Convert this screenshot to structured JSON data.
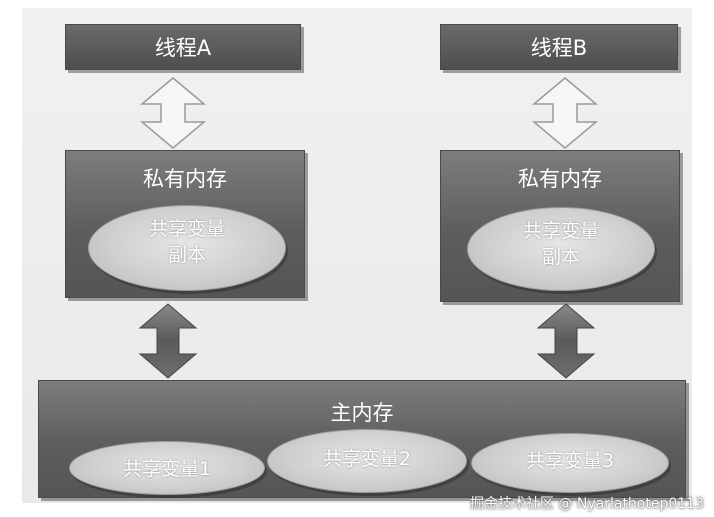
{
  "thread_a": {
    "label": "线程A"
  },
  "thread_b": {
    "label": "线程B"
  },
  "private_a": {
    "title": "私有内存",
    "copy_line1": "共享变量",
    "copy_line2": "副本"
  },
  "private_b": {
    "title": "私有内存",
    "copy_line1": "共享变量",
    "copy_line2": "副本"
  },
  "main_memory": {
    "title": "主内存",
    "variables": [
      "共享变量1",
      "共享变量2",
      "共享变量3"
    ]
  },
  "watermark": "掘金技术社区 @ Nyarlathotep0113",
  "colors": {
    "box_dark": "#555555",
    "ellipse_light": "#d6d6d6",
    "background": "#ececec"
  }
}
